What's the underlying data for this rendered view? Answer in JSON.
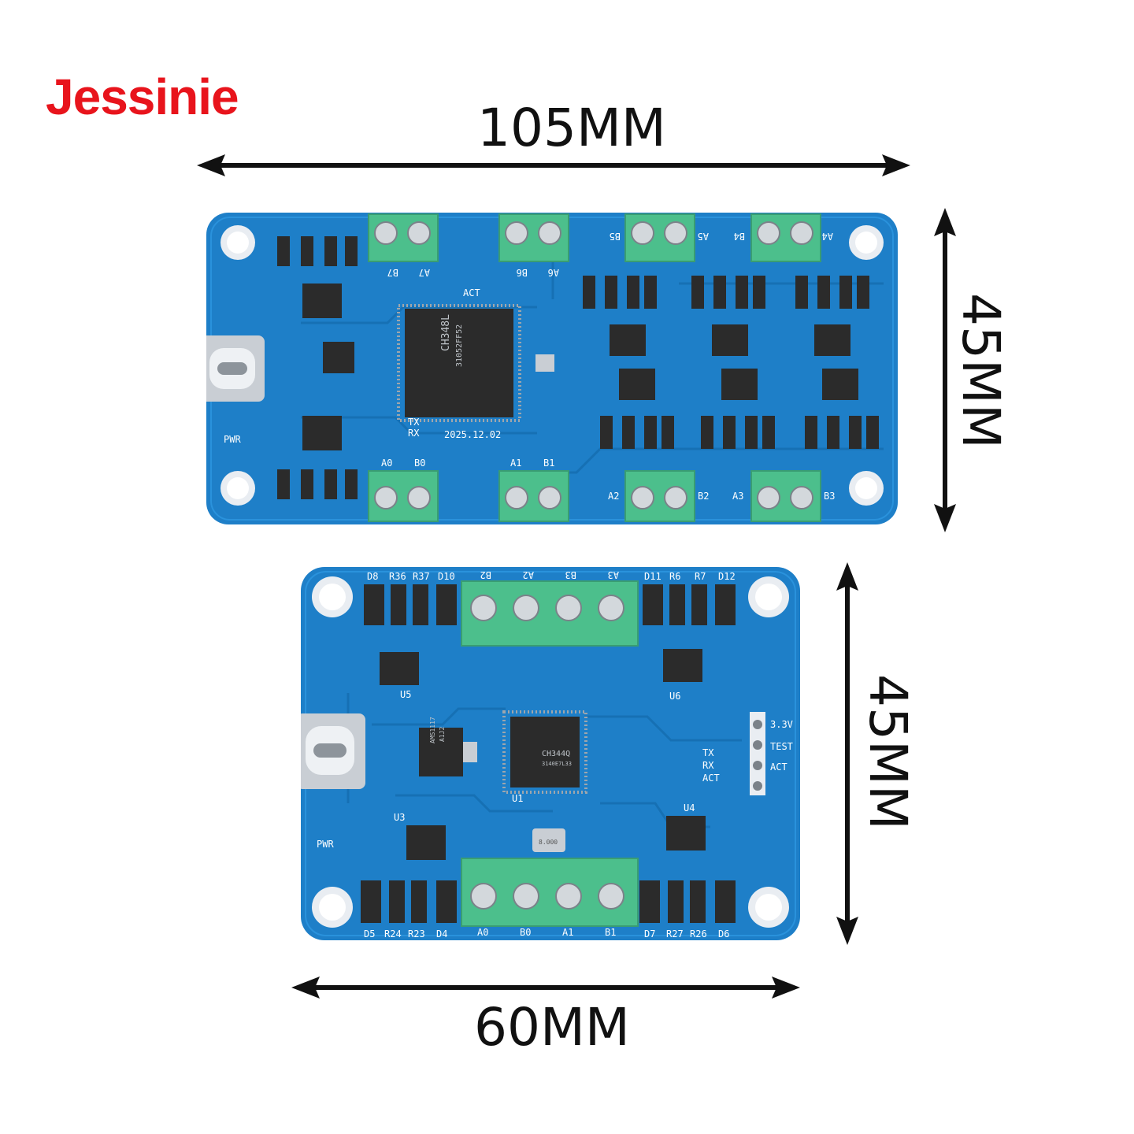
{
  "brand": {
    "name": "Jessinie",
    "color": "#e8141c"
  },
  "dimensions": {
    "large_width": "105MM",
    "large_height": "45MM",
    "small_height": "45MM",
    "small_width": "60MM"
  },
  "large_board": {
    "chip_lines": [
      "CH348L",
      "31052FF52"
    ],
    "date": "2025.12.02",
    "act_label": "ACT",
    "pwr_label": "PWR",
    "tx_label": "TX",
    "rx_label": "RX",
    "ports_top": [
      "B7",
      "A7",
      "B6",
      "A6",
      "B5",
      "A5",
      "B4",
      "A4"
    ],
    "ports_bottom": [
      "A0",
      "B0",
      "A1",
      "B1",
      "A2",
      "B2",
      "A3",
      "B3"
    ]
  },
  "small_board": {
    "chip_lines": [
      "CH344Q",
      "3140E7L33"
    ],
    "ldo_lines": [
      "AMS1117",
      "A1J2"
    ],
    "crystal_label": "8.000",
    "header_labels": [
      "3.3V",
      "TEST",
      "ACT"
    ],
    "led_labels": [
      "TX",
      "RX",
      "ACT"
    ],
    "pwr_label": "PWR",
    "ports_top": [
      "B2",
      "A2",
      "B3",
      "A3"
    ],
    "ports_bottom": [
      "A0",
      "B0",
      "A1",
      "B1"
    ],
    "ref_top_left": [
      "D8",
      "R36",
      "R37",
      "D10"
    ],
    "ref_top_right": [
      "D11",
      "R6",
      "R7",
      "D12"
    ],
    "ref_bottom_left": [
      "D5",
      "R24",
      "R23",
      "D4"
    ],
    "ref_bottom_right": [
      "D7",
      "R27",
      "R26",
      "D6"
    ],
    "u_labels": [
      "U5",
      "U6",
      "U3",
      "U4",
      "U1"
    ]
  },
  "colors": {
    "pcb": "#1e7fc8",
    "terminal": "#4cbf8c",
    "chip": "#2b2b2b"
  }
}
